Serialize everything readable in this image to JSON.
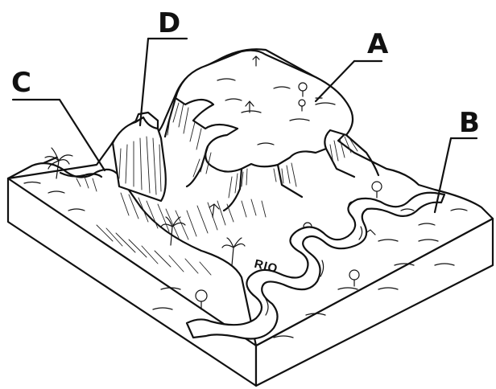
{
  "labels": {
    "a": "A",
    "b": "B",
    "c": "C",
    "d": "D"
  },
  "river_label": "RIO"
}
